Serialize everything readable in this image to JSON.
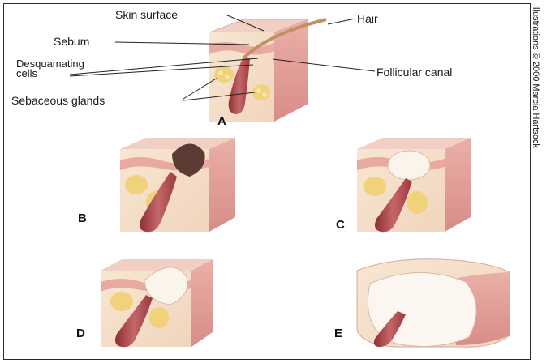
{
  "labels": {
    "skin_surface": "Skin surface",
    "hair": "Hair",
    "sebum": "Sebum",
    "desquamating": "Desquamating",
    "cells": "cells",
    "follicular_canal": "Follicular canal",
    "sebaceous_glands": "Sebaceous glands"
  },
  "panels": [
    "A",
    "B",
    "C",
    "D",
    "E"
  ],
  "credit": "Illustrations © 2000 Marcia Hartsock",
  "colors": {
    "skin_top": "#f1d4c4",
    "skin_side": "#e3a4a0",
    "dermis": "#f5e4cc",
    "gland": "#f0d27a",
    "follicle": "#b8555a",
    "comedone_dark": "#5a3a34"
  }
}
